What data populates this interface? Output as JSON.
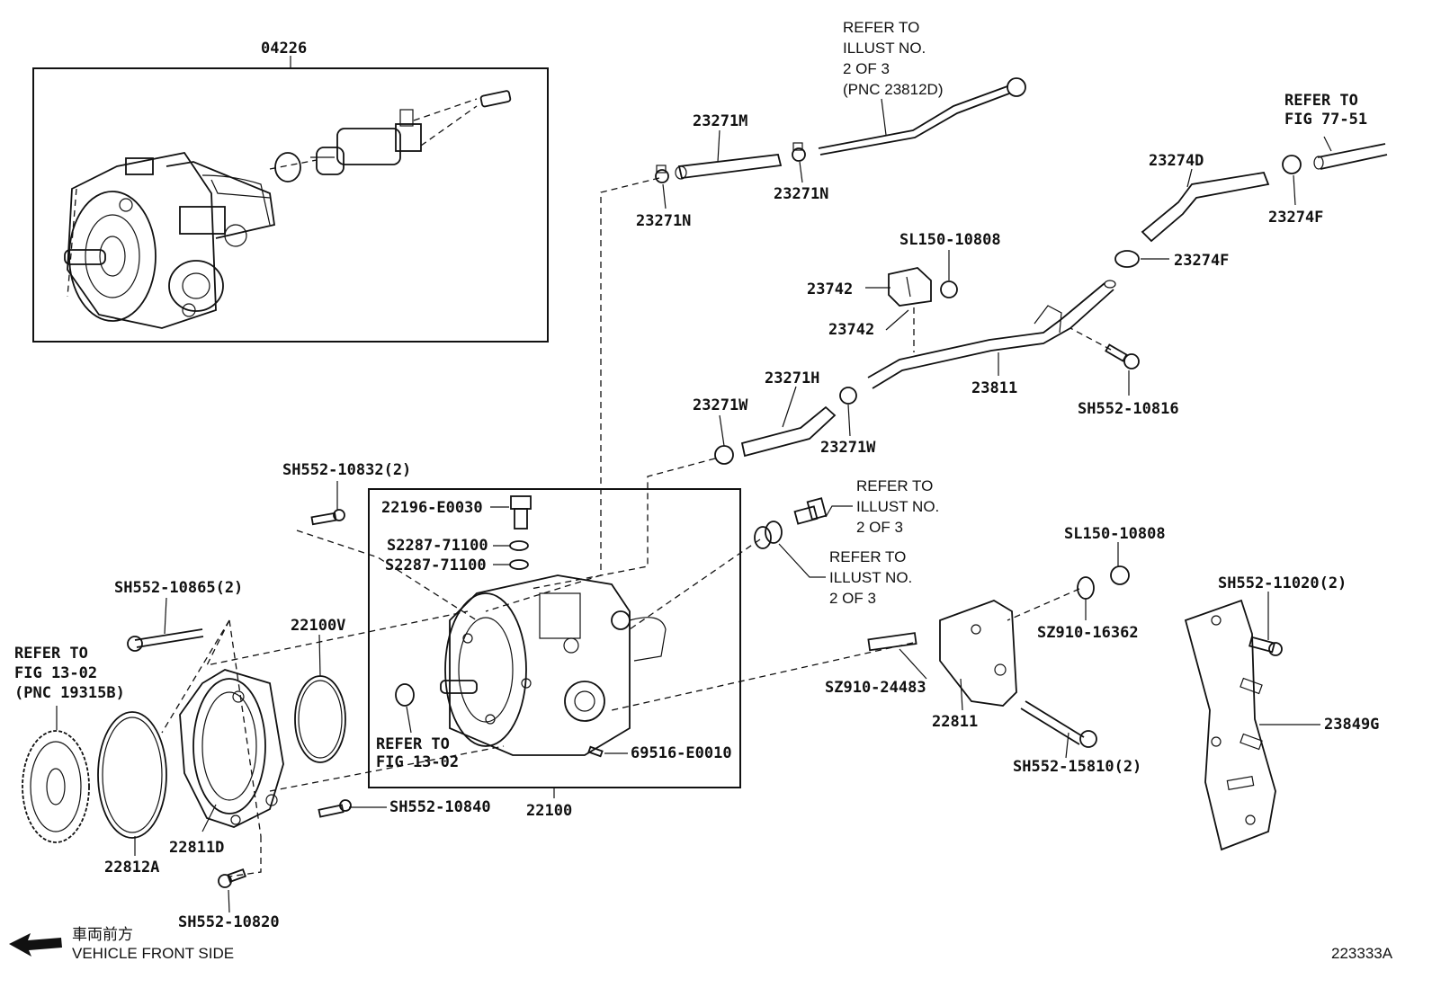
{
  "diagram_id": "223333A",
  "direction": {
    "japanese": "車両前方",
    "english": "VEHICLE FRONT SIDE"
  },
  "parts": {
    "p04226": "04226",
    "p23271M": "23271M",
    "p23271N_a": "23271N",
    "p23271N_b": "23271N",
    "p23274D": "23274D",
    "p23274F_a": "23274F",
    "p23274F_b": "23274F",
    "pSL150_a": "SL150-10808",
    "p23742_a": "23742",
    "p23742_b": "23742",
    "p23811": "23811",
    "pSH552_10816": "SH552-10816",
    "p23271H": "23271H",
    "p23271W_a": "23271W",
    "p23271W_b": "23271W",
    "pSH552_10832": "SH552-10832(2)",
    "p22196": "22196-E0030",
    "pS2287_a": "S2287-71100",
    "pS2287_b": "S2287-71100",
    "pSL150_b": "SL150-10808",
    "pSZ910_16362": "SZ910-16362",
    "pSH552_11020": "SH552-11020(2)",
    "pSH552_10865": "SH552-10865(2)",
    "p22100V": "22100V",
    "pSZ910_24483": "SZ910-24483",
    "p22811": "22811",
    "p23849G": "23849G",
    "p69516": "69516-E0010",
    "pSH552_15810": "SH552-15810(2)",
    "p22100": "22100",
    "pSH552_10840": "SH552-10840",
    "p22811D": "22811D",
    "p22812A": "22812A",
    "pSH552_10820": "SH552-10820"
  },
  "refs": {
    "r1": [
      "REFER TO",
      "ILLUST NO.",
      "2 OF 3",
      "(PNC 23812D)"
    ],
    "r2": [
      "REFER TO",
      "FIG 77-51"
    ],
    "r3": [
      "REFER TO",
      "ILLUST NO.",
      "2 OF 3"
    ],
    "r4": [
      "REFER TO",
      "ILLUST NO.",
      "2 OF 3"
    ],
    "r5": [
      "REFER TO",
      "FIG 13-02",
      "(PNC 19315B)"
    ],
    "r6": [
      "REFER TO",
      "FIG 13-02"
    ]
  }
}
